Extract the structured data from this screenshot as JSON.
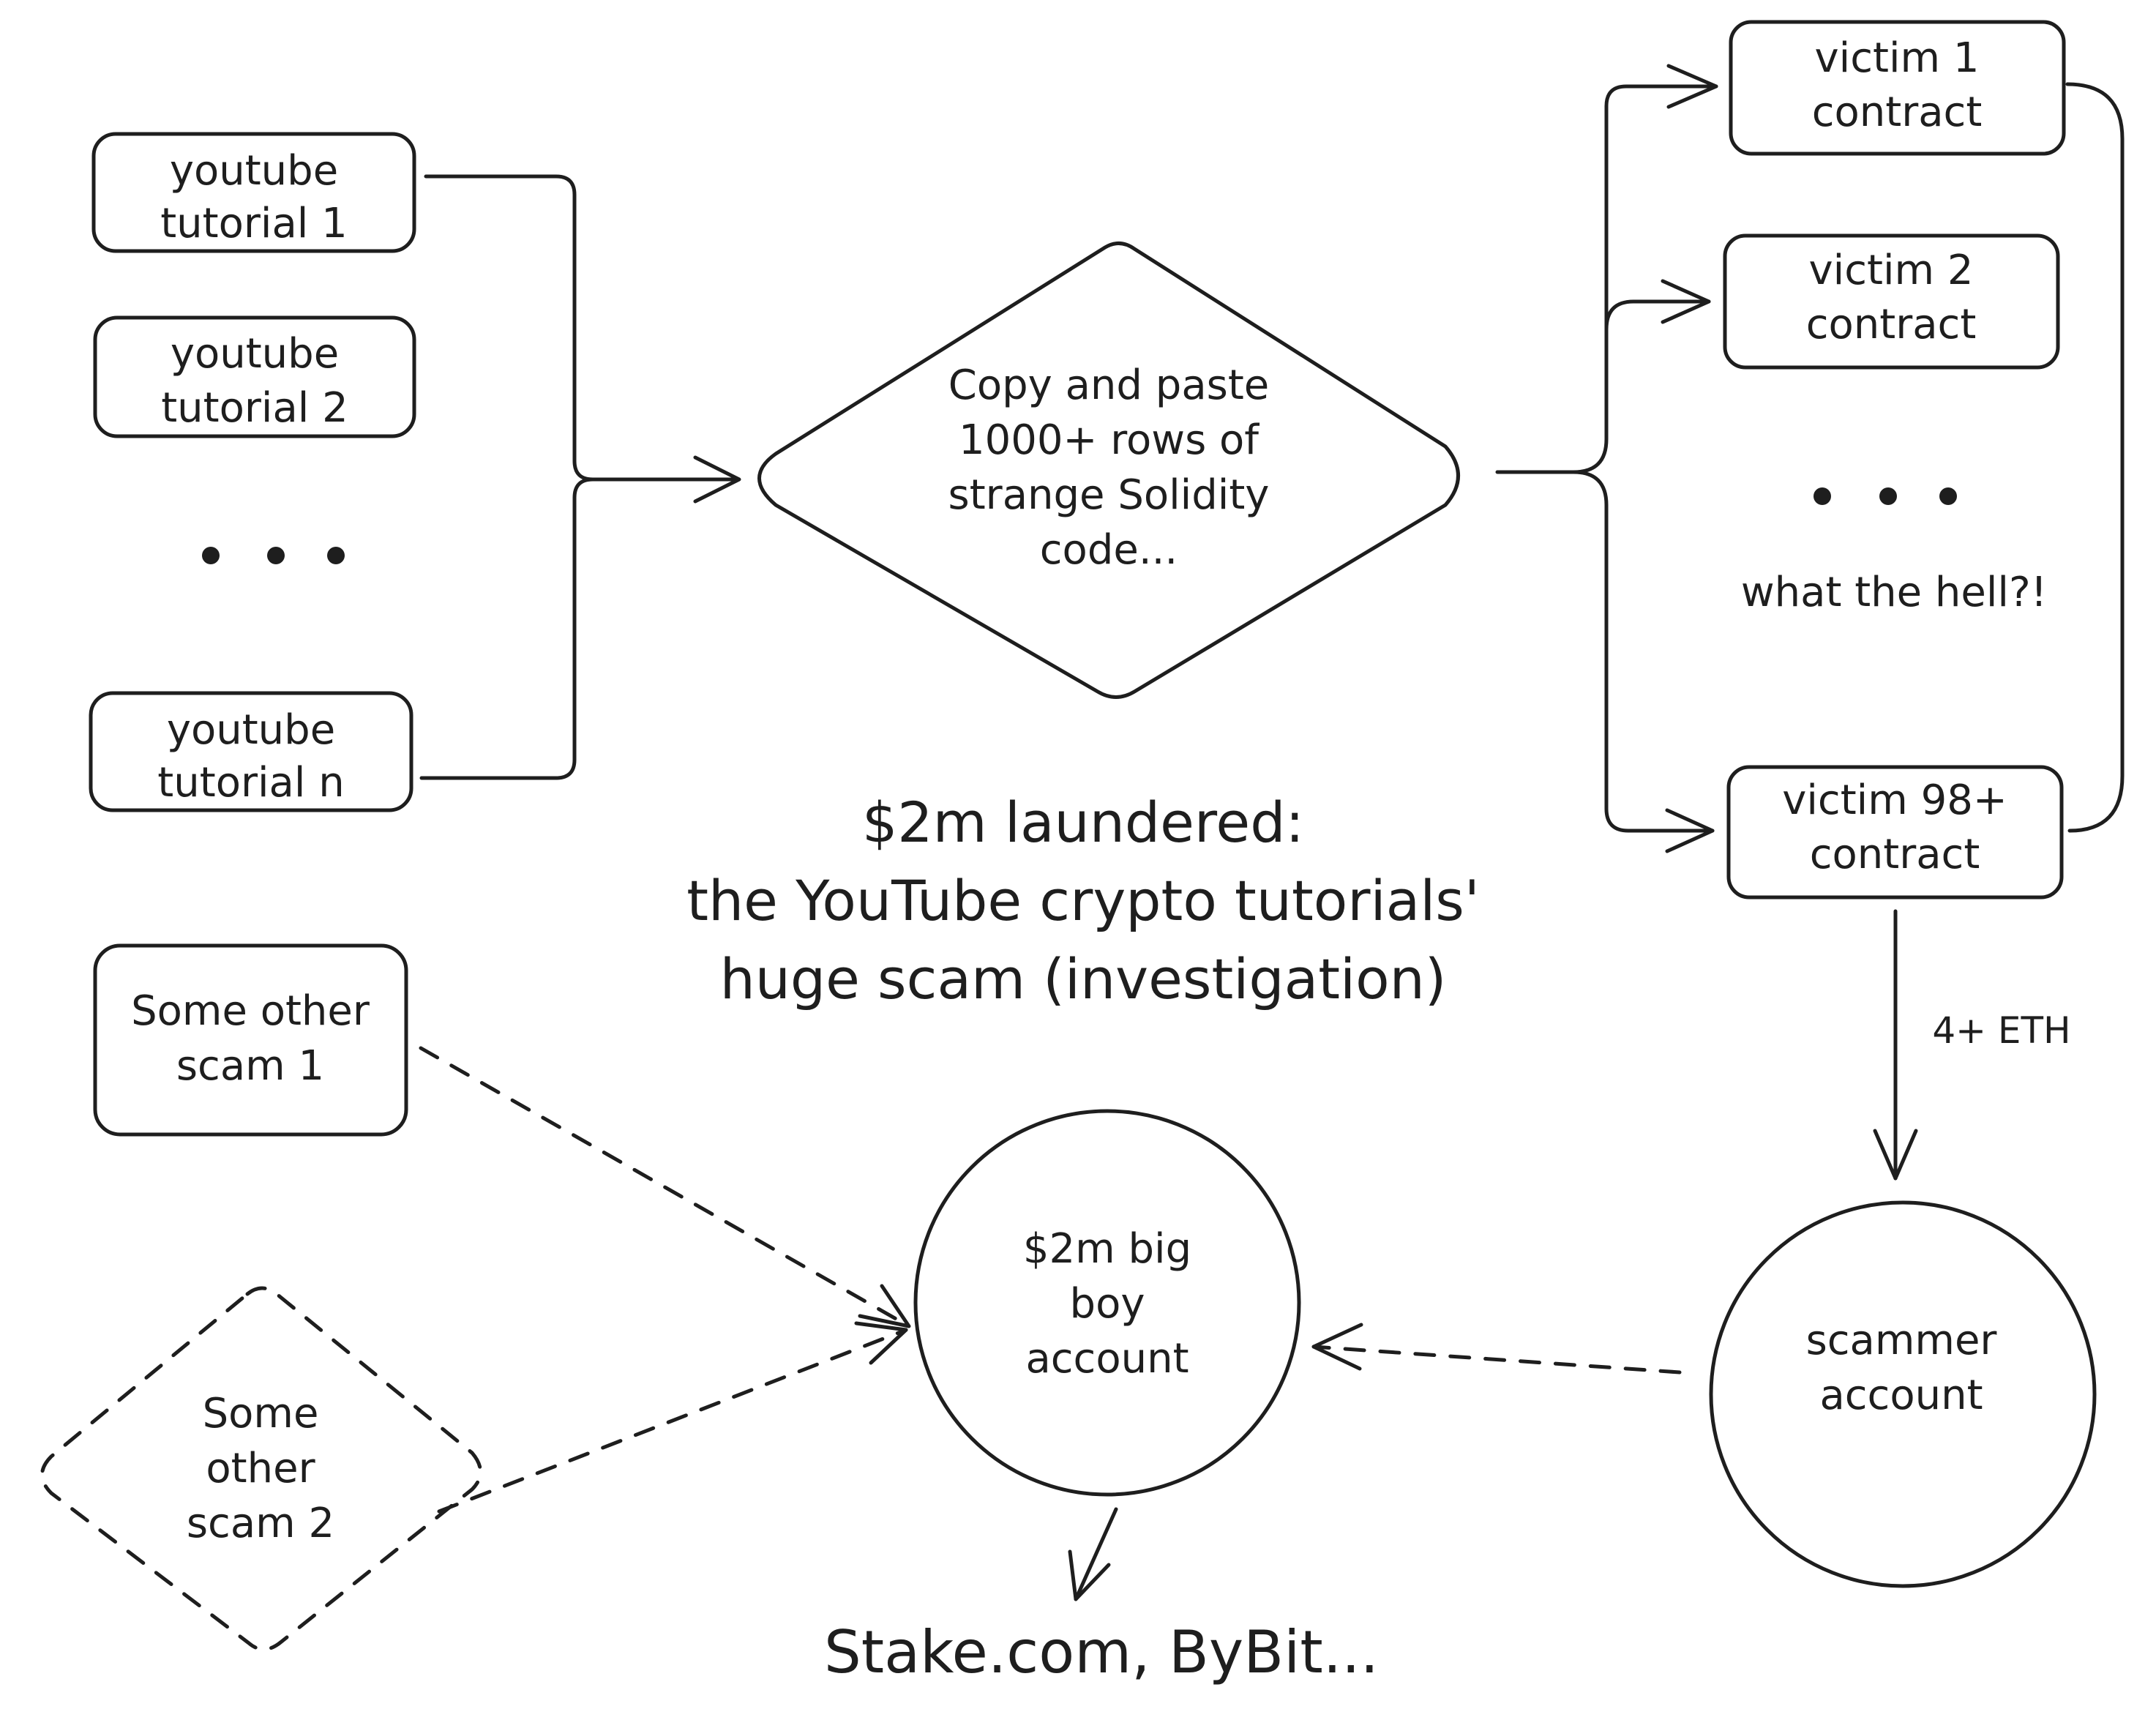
{
  "colors": {
    "tutorial_fill": "#ffc9c9",
    "decision_fill": "#ffec99",
    "big_account_fill": "#ffd8a8",
    "scammer_fill": "#a5d8ff",
    "scam1_hatch": "#b2f2bb",
    "scam2_hatch": "#a5d8ff",
    "stroke": "#1e1e1e"
  },
  "tutorials": [
    {
      "line1": "youtube",
      "line2": "tutorial 1"
    },
    {
      "line1": "youtube",
      "line2": "tutorial 2"
    },
    {
      "line1": "youtube",
      "line2": "tutorial n"
    }
  ],
  "decision": {
    "lines": [
      "Copy and paste",
      "1000+ rows of",
      "strange Solidity",
      "code..."
    ]
  },
  "victims": [
    {
      "line1": "victim 1",
      "line2": "contract"
    },
    {
      "line1": "victim 2",
      "line2": "contract"
    },
    {
      "line1": "victim 98+",
      "line2": "contract"
    }
  ],
  "victims_note": "what the hell?!",
  "title": {
    "lines": [
      "$2m laundered:",
      "the YouTube crypto tutorials'",
      "huge scam (investigation)"
    ]
  },
  "scam1": {
    "line1": "Some other",
    "line2": "scam 1"
  },
  "scam2": {
    "lines": [
      "Some",
      "other",
      "scam 2"
    ]
  },
  "big_account": {
    "lines": [
      "$2m big",
      "boy",
      "account"
    ]
  },
  "scammer": {
    "lines": [
      "scammer",
      "account"
    ]
  },
  "eth_label": "4+ ETH",
  "destination": "Stake.com, ByBit..."
}
